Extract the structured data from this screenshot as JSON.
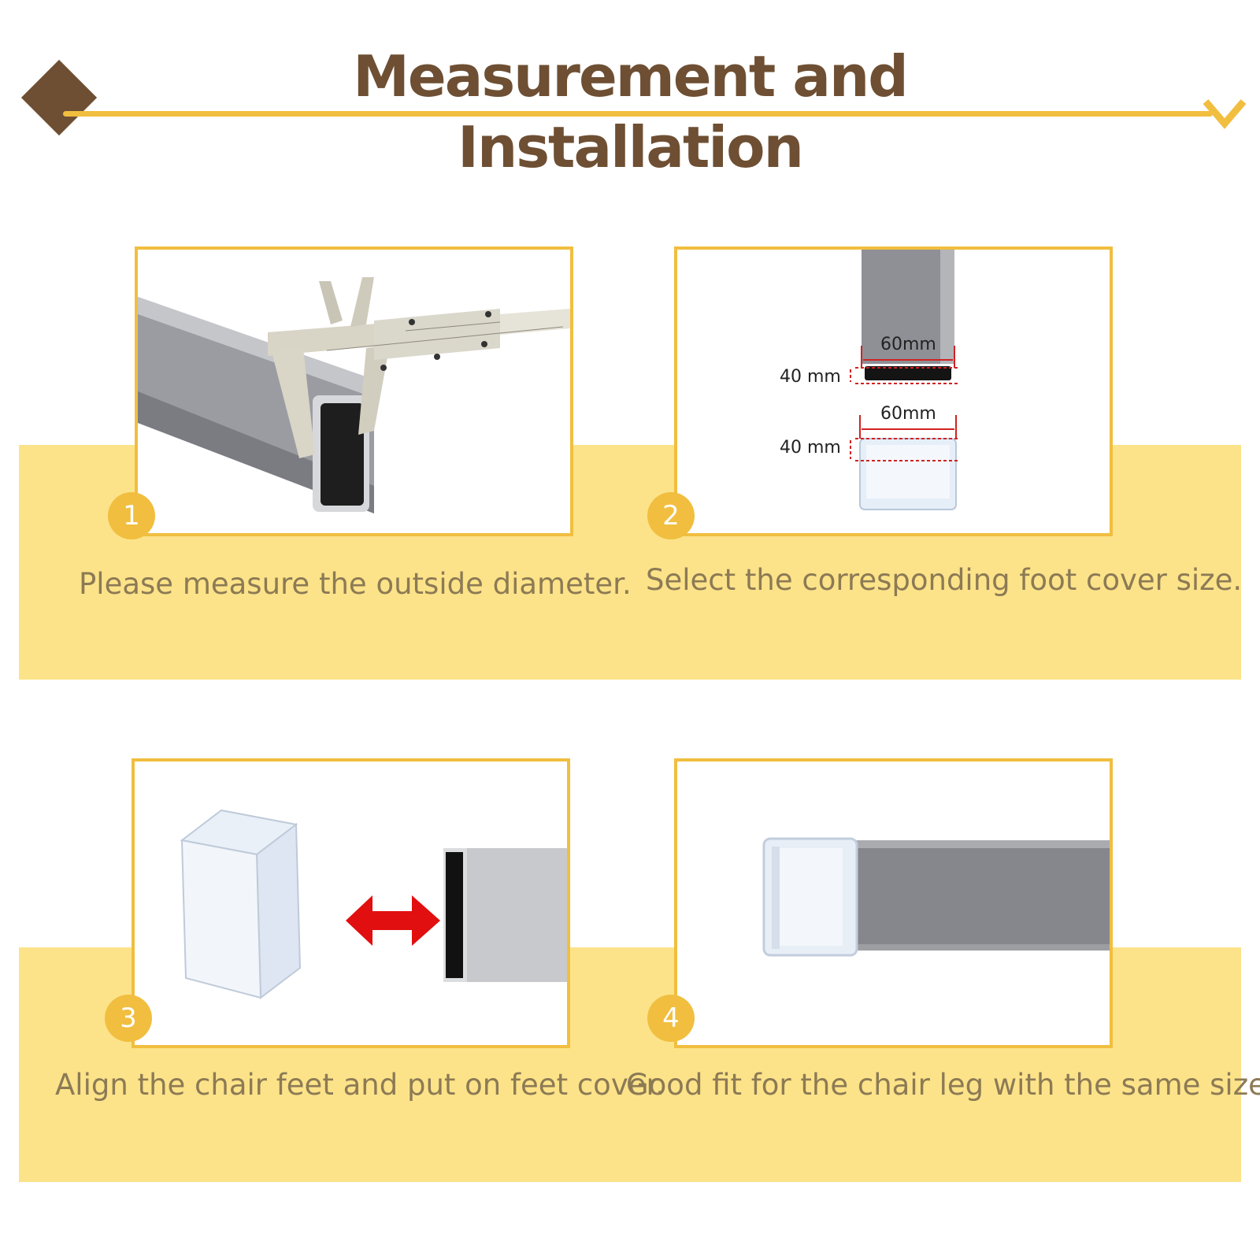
{
  "title": "Measurement and Installation",
  "colors": {
    "brown": "#6E4F33",
    "gold": "#F1BE3F",
    "band": "#FCE389",
    "caption": "#8C7A55",
    "tube_gray": "#8A8C92",
    "tube_dark": "#3A3A3A",
    "arrow_red": "#E10F0F"
  },
  "icons": [
    "diamond-icon",
    "chevron-down-icon",
    "double-arrow-icon"
  ],
  "steps": [
    {
      "number": "1",
      "caption": "Please measure the outside diameter."
    },
    {
      "number": "2",
      "caption": "Select the corresponding foot cover size.",
      "dimensions": {
        "top_width": "60mm",
        "top_height": "40 mm",
        "bottom_width": "60mm",
        "bottom_height": "40 mm"
      }
    },
    {
      "number": "3",
      "caption": "Align the chair feet and put on feet cover."
    },
    {
      "number": "4",
      "caption": "Good fit for the chair leg with the same size."
    }
  ]
}
